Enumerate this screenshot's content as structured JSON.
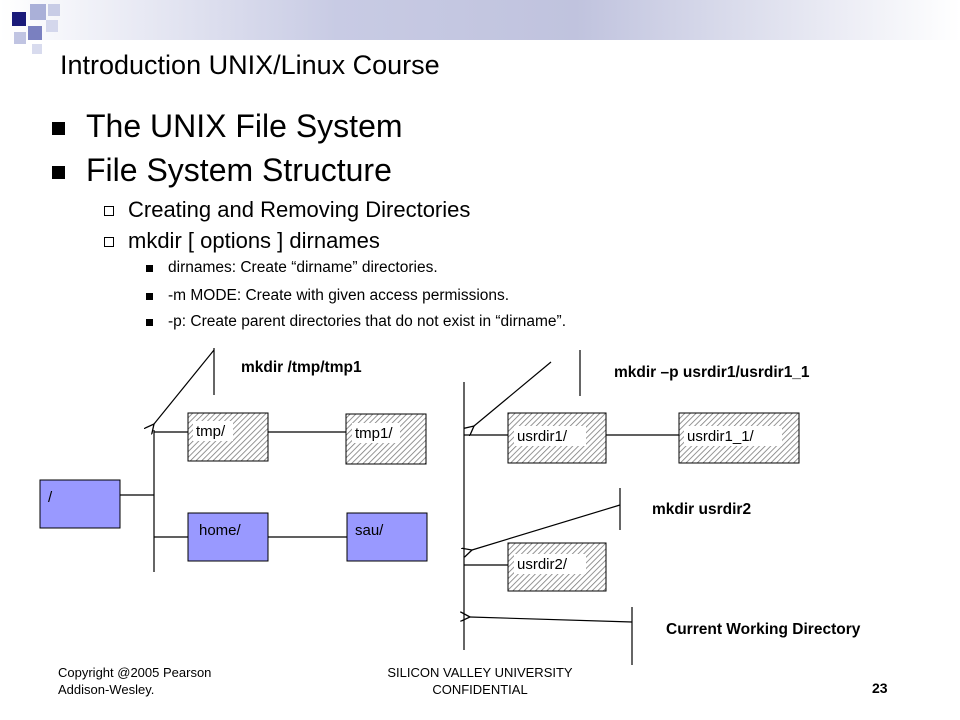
{
  "slide": {
    "course_title": "Introduction UNIX/Linux Course",
    "bullets_level1": [
      "The UNIX File System",
      "File System Structure"
    ],
    "bullets_level2": [
      "Creating and Removing Directories",
      "mkdir  [ options ]  dirnames"
    ],
    "bullets_level3": [
      "dirnames: Create “dirname” directories.",
      "-m MODE: Create with given access permissions.",
      "-p: Create parent directories that do not exist in “dirname”."
    ]
  },
  "diagram": {
    "nodes": {
      "root": "/",
      "tmp": "tmp/",
      "tmp1": "tmp1/",
      "home": "home/",
      "sau": "sau/",
      "usrdir1": "usrdir1/",
      "usrdir1_1": "usrdir1_1/",
      "usrdir2": "usrdir2/"
    },
    "commands": {
      "mkdir_tmp": "mkdir /tmp/tmp1",
      "mkdir_p": "mkdir –p usrdir1/usrdir1_1",
      "mkdir_usrdir2": "mkdir usrdir2",
      "cwd": "Current Working Directory"
    },
    "colors": {
      "solid_box": "#9999ff",
      "hatched_stroke": "#7a7a7a"
    }
  },
  "footer": {
    "copyright_line1": "Copyright @2005 Pearson",
    "copyright_line2": "Addison-Wesley.",
    "university_line1": "SILICON VALLEY UNIVERSITY",
    "university_line2": "CONFIDENTIAL",
    "page_number": "23"
  }
}
